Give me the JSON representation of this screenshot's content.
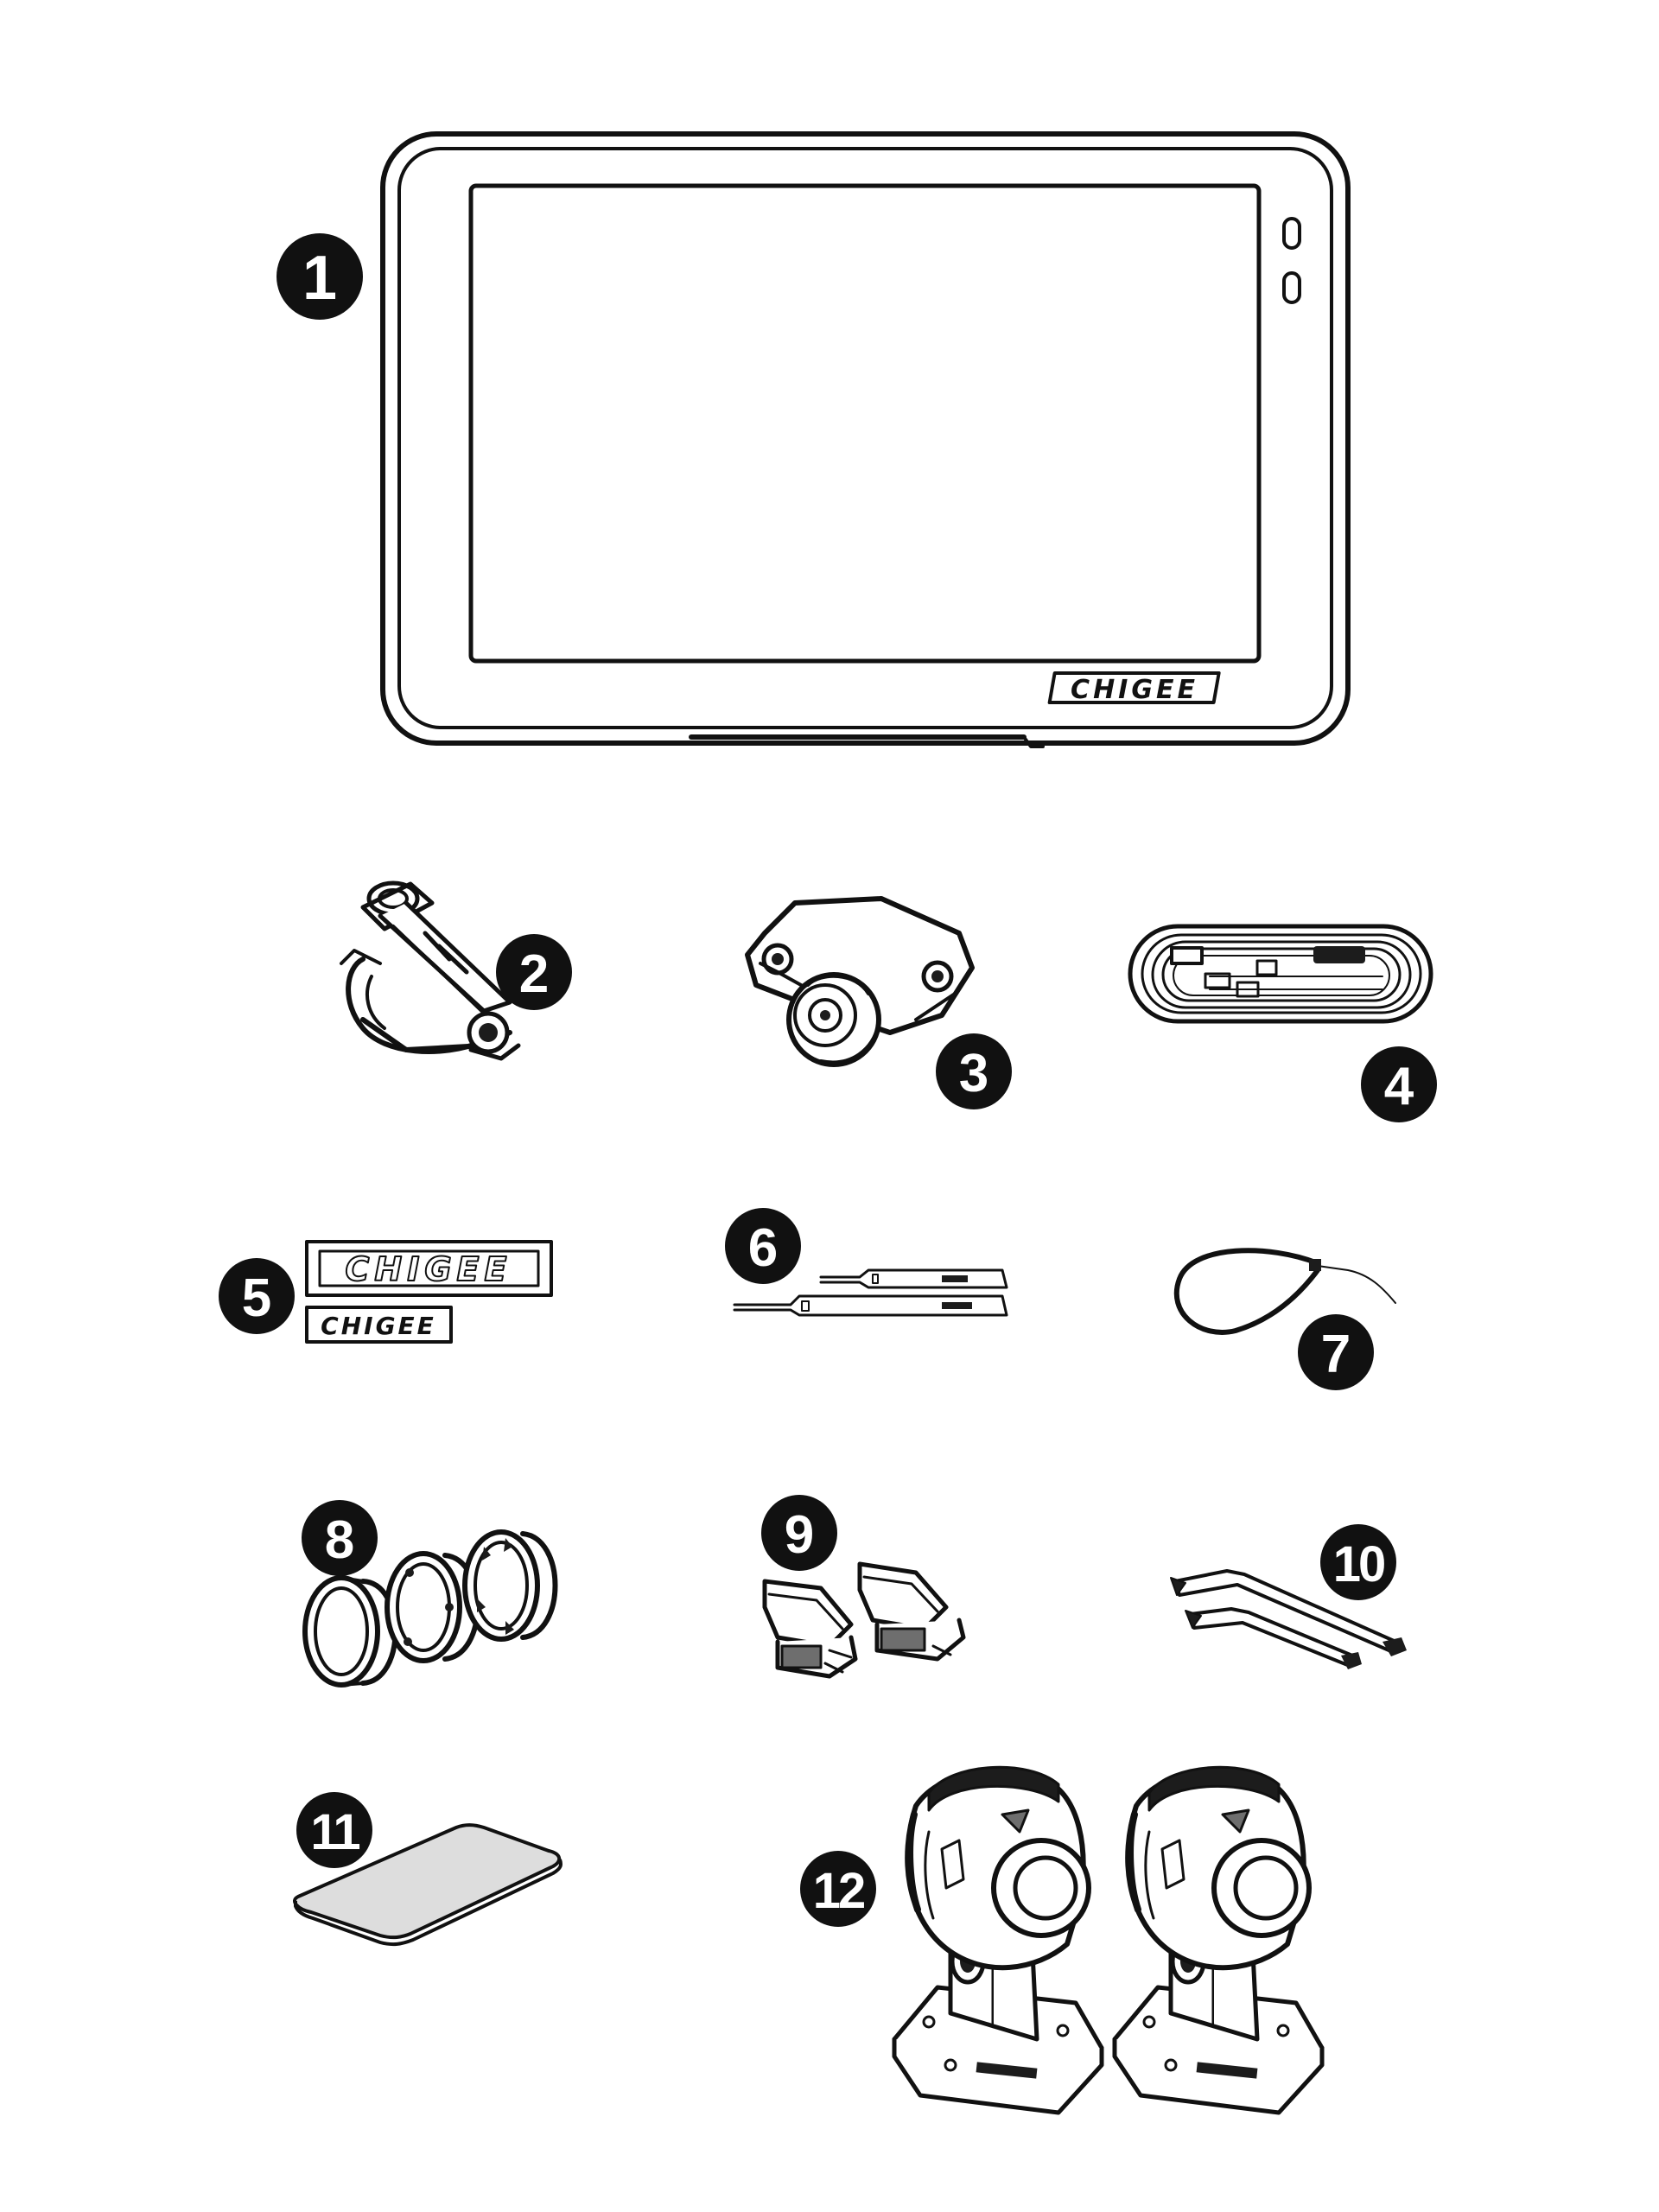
{
  "brand": {
    "logo": "CHIGEE"
  },
  "items": [
    {
      "number": "1",
      "icon": "display-monitor-icon"
    },
    {
      "number": "2",
      "icon": "handlebar-mount-arm-icon"
    },
    {
      "number": "3",
      "icon": "ball-mount-base-icon"
    },
    {
      "number": "4",
      "icon": "power-cable-icon"
    },
    {
      "number": "5",
      "icon": "logo-stickers-icon"
    },
    {
      "number": "6",
      "icon": "removal-tools-icon"
    },
    {
      "number": "7",
      "icon": "cable-tie-icon"
    },
    {
      "number": "8",
      "icon": "rubber-shims-icon"
    },
    {
      "number": "9",
      "icon": "wire-connectors-icon"
    },
    {
      "number": "10",
      "icon": "hex-keys-icon"
    },
    {
      "number": "11",
      "icon": "adhesive-pad-icon"
    },
    {
      "number": "12",
      "icon": "cameras-icon"
    }
  ],
  "colors": {
    "line": "#111111",
    "badge": "#111111",
    "badge_text": "#ffffff",
    "dark_fill": "#1c1c1c",
    "mid_fill": "#6e6e6e",
    "pad_fill": "#dddddd"
  }
}
